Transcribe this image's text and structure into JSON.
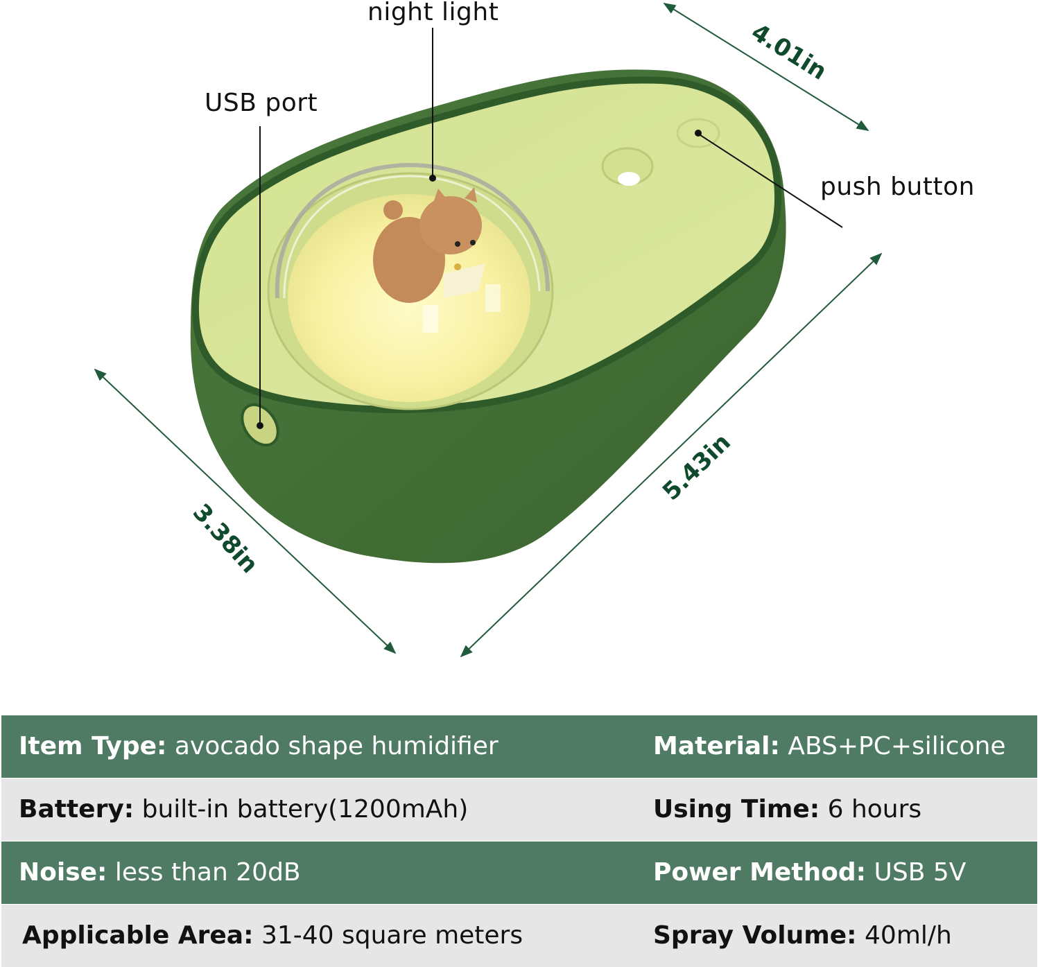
{
  "product": {
    "name": "avocado shape humidifier",
    "colors": {
      "shell_dark": "#3f6b34",
      "shell_rim": "#2f5a2a",
      "top_surface": "#d9e699",
      "glow": "#fbf3a8",
      "cat": "#c48b5a",
      "dimension_line": "#1f5a3a",
      "dimension_text": "#0f4a2c",
      "table_green": "#4f7b65",
      "table_grey": "#e6e6e6"
    }
  },
  "callouts": {
    "night_light": "night light",
    "usb_port": "USB port",
    "push_button": "push button"
  },
  "dimensions": {
    "top_width": "4.01in",
    "left_depth": "3.38in",
    "right_length": "5.43in"
  },
  "specs": {
    "rows": [
      {
        "left": {
          "key": "Item Type:",
          "value": " avocado shape humidifier"
        },
        "right": {
          "key": "Material:",
          "value": " ABS+PC+silicone"
        }
      },
      {
        "left": {
          "key": "Battery:",
          "value": " built-in battery(1200mAh)"
        },
        "right": {
          "key": "Using Time:",
          "value": " 6 hours"
        }
      },
      {
        "left": {
          "key": "Noise:",
          "value": " less than 20dB"
        },
        "right": {
          "key": "Power Method:",
          "value": " USB 5V"
        }
      },
      {
        "left": {
          "key": "Applicable Area:",
          "value": " 31-40 square meters"
        },
        "right": {
          "key": "Spray Volume:",
          "value": " 40ml/h"
        }
      }
    ]
  }
}
